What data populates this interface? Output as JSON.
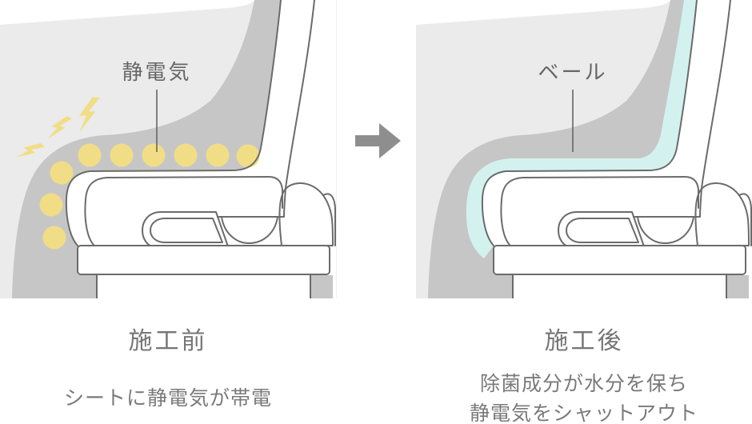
{
  "panels": {
    "before": {
      "annotation": "静電気",
      "caption": "施工前",
      "description_lines": [
        "シートに静電気が帯電"
      ]
    },
    "after": {
      "annotation": "ベール",
      "caption": "施工後",
      "description_lines": [
        "除菌成分が水分を保ち",
        "静電気をシャットアウト"
      ]
    }
  },
  "icons": {
    "arrow": "arrow-right-icon",
    "static_electricity": "lightning-bolt-icon",
    "veil": "veil-band"
  },
  "colors": {
    "background": "#ffffff",
    "panel_background": "#ebebeb",
    "seat_band_gray": "#c6c6c6",
    "outline_gray": "#6b6b6b",
    "static_yellow": "#f1dd85",
    "veil_cyan": "#d3f2ef",
    "arrow_gray": "#8e8e8e",
    "caption_text": "#767676",
    "description_text": "#7a7a7a",
    "annotation_text": "#666666"
  }
}
